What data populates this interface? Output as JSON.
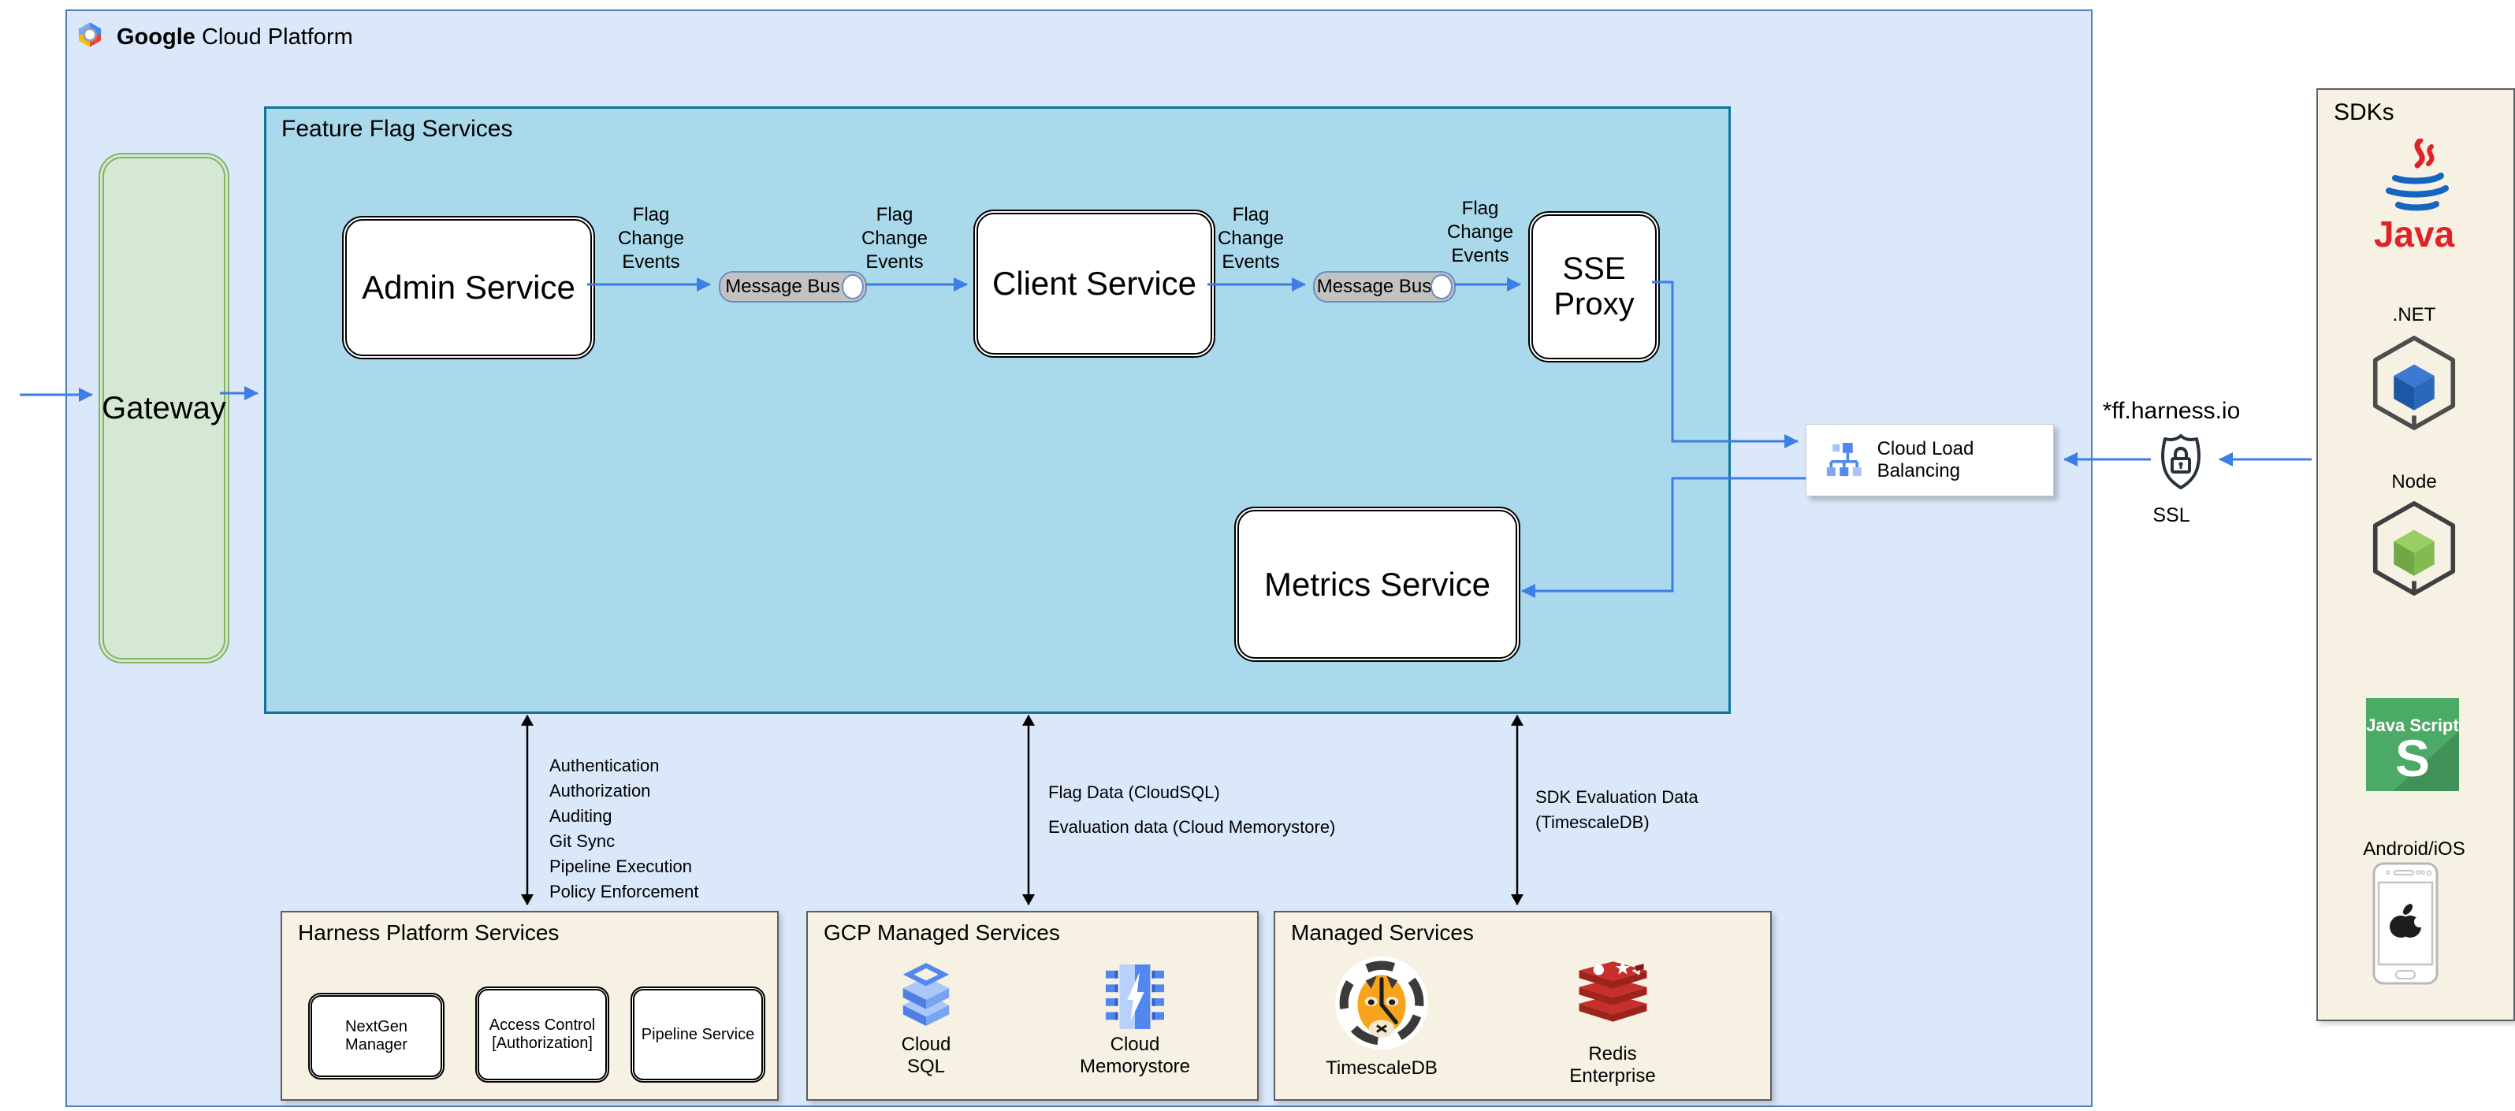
{
  "header": {
    "brand_bold": "Google",
    "brand_rest": "Cloud Platform"
  },
  "gateway": {
    "label": "Gateway"
  },
  "ffs": {
    "title": "Feature Flag Services",
    "admin": "Admin Service",
    "client": "Client Service",
    "sse": "SSE\nProxy",
    "metrics": "Metrics Service",
    "message_bus": "Message Bus"
  },
  "flow": {
    "flag_change_events": "Flag\nChange\nEvents"
  },
  "clb": {
    "label": "Cloud Load Balancing"
  },
  "edge": {
    "domain": "*ff.harness.io",
    "ssl": "SSL"
  },
  "sdks": {
    "title": "SDKs",
    "java": "Java",
    "dotnet": ".NET",
    "node": "Node",
    "js_label": "Java Script",
    "js_letter": "S",
    "android_ios": "Android/iOS"
  },
  "platform": {
    "title": "Harness Platform Services",
    "items": [
      "NextGen Manager",
      "Access Control\n[Authorization]",
      "Pipeline Service"
    ]
  },
  "gcp_managed": {
    "title": "GCP Managed Services",
    "cloud_sql": "Cloud\nSQL",
    "memorystore": "Cloud\nMemorystore"
  },
  "managed": {
    "title": "Managed Services",
    "timescale": "TimescaleDB",
    "redis": "Redis\nEnterprise"
  },
  "annotations": {
    "harness_services": [
      "Authentication",
      "Authorization",
      "Auditing",
      "Git Sync",
      "Pipeline Execution",
      "Policy Enforcement"
    ],
    "flag_data": "Flag Data (CloudSQL)",
    "evaluation_data": "Evaluation data (Cloud Memorystore)",
    "sdk_eval": "SDK Evaluation Data\n(TimescaleDB)"
  },
  "colors": {
    "outer_fill": "#dbe8fa",
    "outer_border": "#4d7ebf",
    "ffs_fill": "#a9d9ea",
    "ffs_border": "#10739e",
    "gateway_fill": "#d5e8d4",
    "gateway_border": "#82b366",
    "panel_fill": "#f6f1e3",
    "panel_border": "#5d5d5d",
    "arrow_blue": "#3d7de8",
    "arrow_black": "#000000",
    "bus_fill": "#c2c2c2",
    "bus_border": "#6c8ebf",
    "redis_red": "#c6302b",
    "tiger_orange": "#f7a41d",
    "java_red": "#e02226",
    "js_green": "#4caa67",
    "gcp_blue": "#5187ee"
  }
}
